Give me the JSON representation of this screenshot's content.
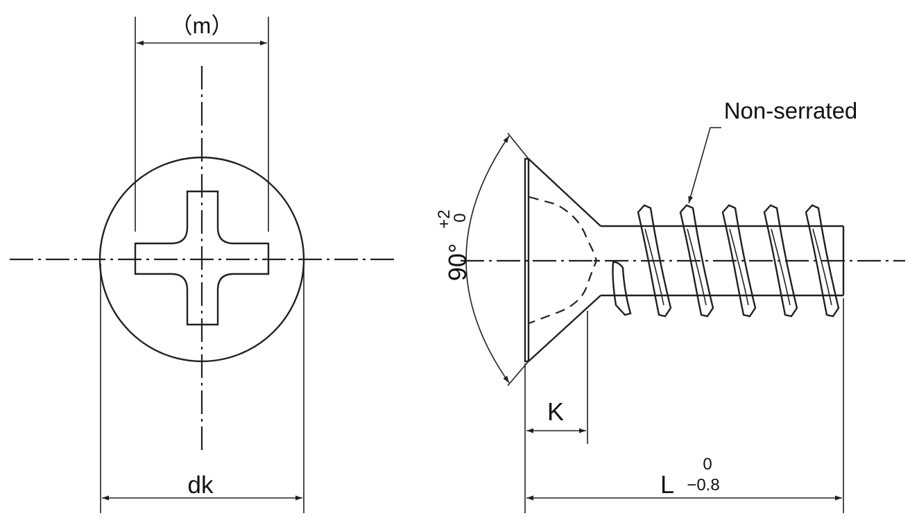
{
  "dimensions": {
    "m": "（m）",
    "dk": "dk",
    "angle": "90°",
    "angle_tol_upper": "+2",
    "angle_tol_lower": "0",
    "k": "K",
    "l": "L",
    "l_tol_upper": "0",
    "l_tol_lower": "−0.8"
  },
  "callouts": {
    "thread_note": "Non-serrated"
  }
}
